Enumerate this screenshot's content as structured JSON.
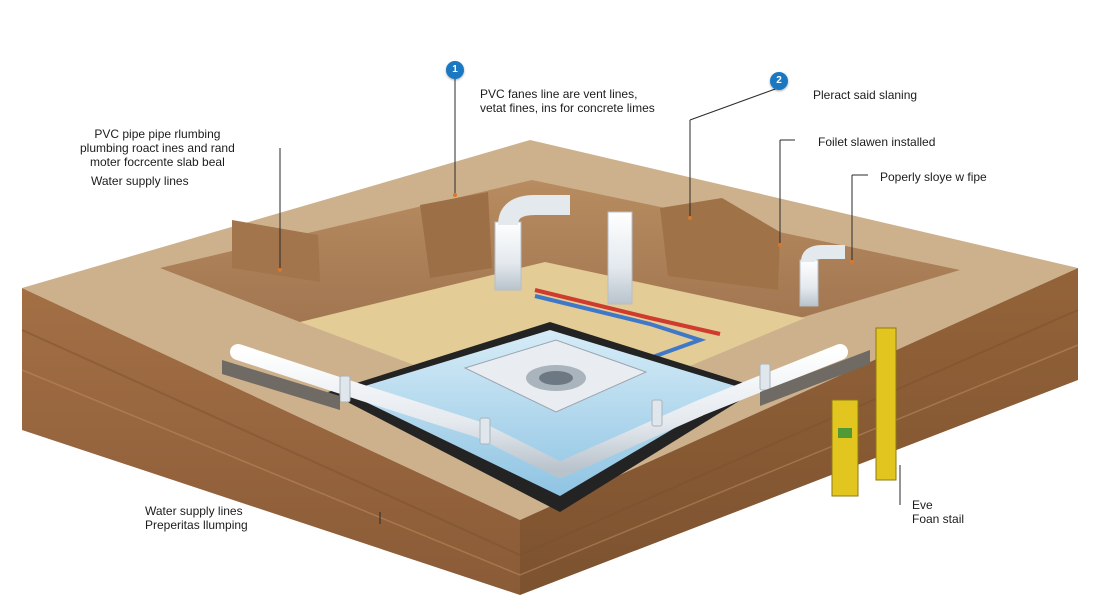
{
  "colors": {
    "soil_face": "#9a6840",
    "soil_top": "#cdb18c",
    "sand": "#e3cc96",
    "water": "#bfe0f1",
    "pipe": "#eef1f3",
    "supply_hot": "#cf3b2c",
    "supply_cold": "#3f78c8",
    "accent_badge": "#1a78c2",
    "level": "#e3c520"
  },
  "badges": [
    "1",
    "2"
  ],
  "labels": {
    "top_left": [
      "PVC pipe pipe rlumbing",
      "plumbing roact ines and rand",
      "moter focrcente slab beal"
    ],
    "water_supply_upper": "Water supply lines",
    "pvc_vent": [
      "PVC fanes line are vent lines,",
      "vetat fines, ins for concrete limes"
    ],
    "pleract": "Pleract said slaning",
    "foilet": "Foilet slawen installed",
    "poperly": "Poperly sloye w fipe",
    "bottom_left": [
      "Water supply lines",
      "Preperitas llumping"
    ],
    "bottom_right": [
      "Eve",
      "Foan stail"
    ]
  }
}
